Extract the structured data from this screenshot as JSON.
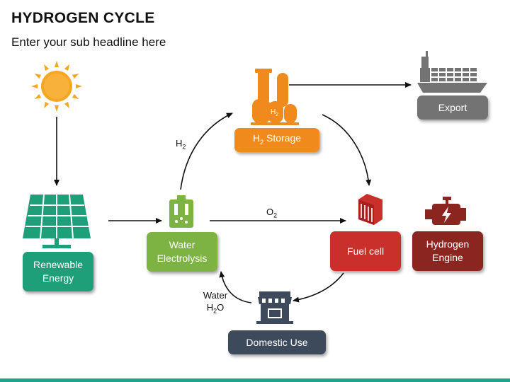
{
  "header": {
    "title": "HYDROGEN CYCLE",
    "subtitle": "Enter your sub headline here"
  },
  "nodes": {
    "renewable": {
      "line1": "Renewable",
      "line2": "Energy",
      "color": "#1f9e7a"
    },
    "electrolysis": {
      "line1": "Water",
      "line2": "Electrolysis",
      "color": "#7cb342"
    },
    "storage": {
      "prefix": "H",
      "sub": "2",
      "suffix": " Storage",
      "color": "#f08a1c"
    },
    "fuelcell": {
      "label": "Fuel cell",
      "color": "#c9302c"
    },
    "engine": {
      "line1": "Hydrogen",
      "line2": "Engine",
      "color": "#8b2520"
    },
    "export": {
      "label": "Export",
      "color": "#737373"
    },
    "domestic": {
      "label": "Domestic Use",
      "color": "#3d4a5c"
    }
  },
  "arrow_labels": {
    "h2": {
      "main": "H",
      "sub": "2"
    },
    "o2": {
      "main": "O",
      "sub": "2"
    },
    "water": {
      "line1": "Water",
      "main": "H",
      "sub": "2",
      "rest": "O"
    }
  },
  "icons": {
    "sun": "sun-icon",
    "solar_panel": "solar-panel-icon",
    "electrolyzer": "electrolyzer-icon",
    "storage_tanks": "storage-tanks-icon",
    "ship": "cargo-ship-icon",
    "fuel_cell": "fuel-cell-icon",
    "engine": "engine-icon",
    "house": "house-icon"
  },
  "colors": {
    "accent": "#1fa38a",
    "icon_orange": "#f5a623",
    "icon_green": "#1f9e7a",
    "icon_dark": "#3d4a5c"
  }
}
